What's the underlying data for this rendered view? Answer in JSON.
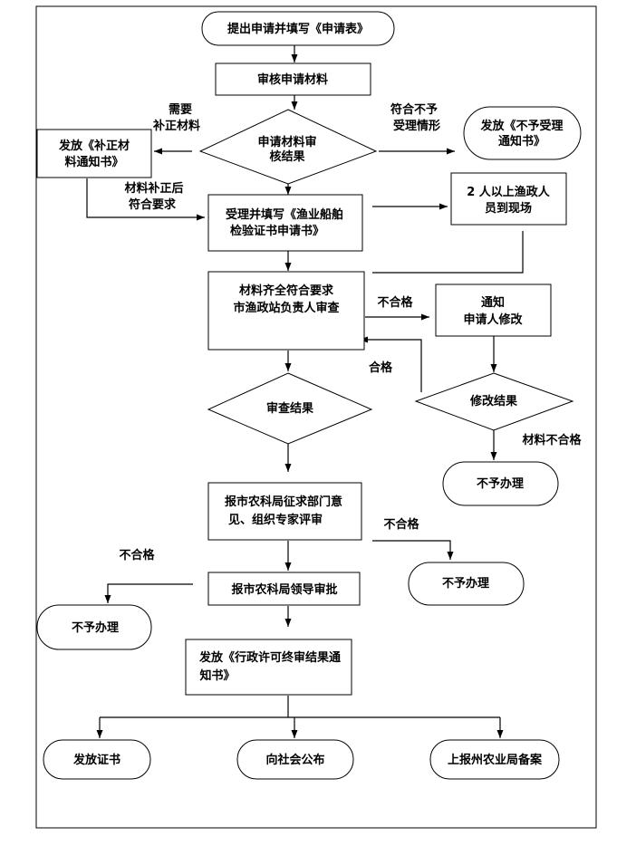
{
  "nodes": {
    "start": "提出申请并填写《申请表》",
    "review_materials": "审核申请材料",
    "review_result_1": "申请材料审",
    "review_result_2": "核结果",
    "supplement_notice_1": "发放《补正材",
    "supplement_notice_2": "料通知书》",
    "reject_notice_1": "发放《不予受理",
    "reject_notice_2": "通知书》",
    "accept_fill_1": "受理并填写《渔业船舶",
    "accept_fill_2": "检验证书申请书》",
    "officers_onsite_1": "2 人以上渔政人",
    "officers_onsite_2": "员到现场",
    "complete_review_1": "材料齐全符合要求",
    "complete_review_2": "市渔政站负责人审查",
    "notify_modify_1": "通知",
    "notify_modify_2": "申请人修改",
    "audit_result": "审查结果",
    "modify_result": "修改结果",
    "not_approved_1": "不予办理",
    "report_bureau_1": "报市农科局征求部门意",
    "report_bureau_2": "见、组织专家评审",
    "not_approved_2": "不予办理",
    "leader_approval": "报市农科局领导审批",
    "not_approved_3": "不予办理",
    "issue_notice_1": "发放《行政许可终审结果通",
    "issue_notice_2": "知书》",
    "issue_certificate": "发放证书",
    "public_announce": "向社会公布",
    "report_filing": "上报州农业局备案"
  },
  "edge_labels": {
    "need_supplement_1": "需要",
    "need_supplement_2": "补正材料",
    "not_accept_1": "符合不予",
    "not_accept_2": "受理情形",
    "after_supplement_1": "材料补正后",
    "after_supplement_2": "符合要求",
    "unqualified_1": "不合格",
    "qualified": "合格",
    "material_unqualified": "材料不合格",
    "unqualified_2": "不合格",
    "unqualified_3": "不合格"
  }
}
